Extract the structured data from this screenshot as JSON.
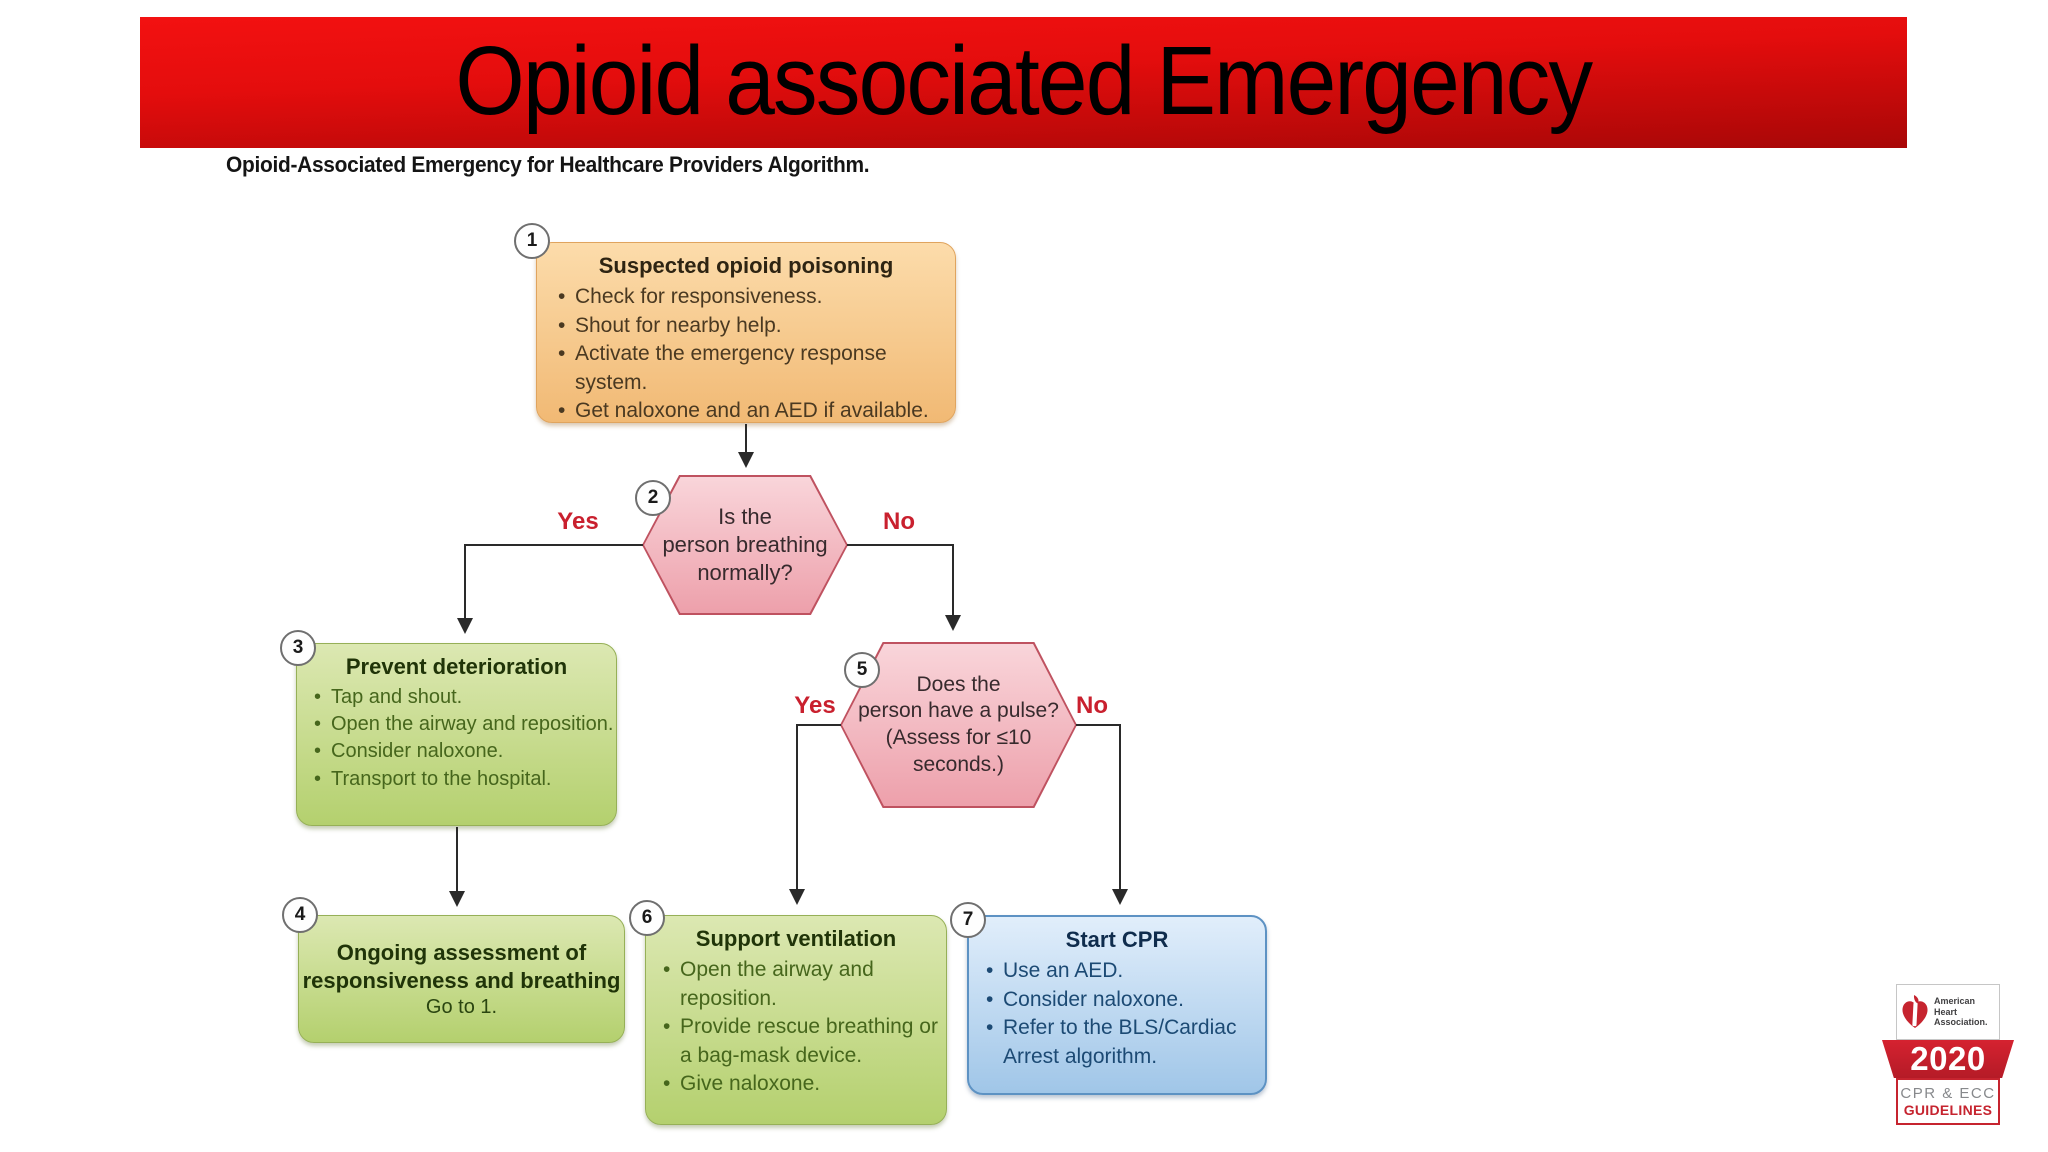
{
  "header": {
    "title": "Opioid associated Emergency",
    "subtitle": "Opioid-Associated Emergency for Healthcare Providers Algorithm."
  },
  "labels": {
    "yes": "Yes",
    "no": "No"
  },
  "nodes": {
    "n1": {
      "number": "1",
      "title": "Suspected opioid poisoning",
      "bullets": [
        "Check for responsiveness.",
        "Shout for nearby help.",
        "Activate the emergency response system.",
        "Get naloxone and an AED if available."
      ]
    },
    "n2": {
      "number": "2",
      "question": [
        "Is the",
        "person breathing",
        "normally?"
      ]
    },
    "n3": {
      "number": "3",
      "title": "Prevent deterioration",
      "bullets": [
        "Tap and shout.",
        "Open the airway and reposition.",
        "Consider naloxone.",
        "Transport to the hospital."
      ]
    },
    "n4": {
      "number": "4",
      "title": [
        "Ongoing assessment of",
        "responsiveness and breathing"
      ],
      "subtext": "Go to 1."
    },
    "n5": {
      "number": "5",
      "question": [
        "Does the",
        "person have a pulse?",
        "(Assess for ≤10",
        "seconds.)"
      ]
    },
    "n6": {
      "number": "6",
      "title": "Support ventilation",
      "bullets": [
        "Open the airway and reposition.",
        "Provide rescue breathing or a bag-mask device.",
        "Give naloxone."
      ]
    },
    "n7": {
      "number": "7",
      "title": "Start CPR",
      "bullets": [
        "Use an AED.",
        "Consider naloxone.",
        "Refer to the BLS/Cardiac Arrest algorithm."
      ]
    }
  },
  "logo": {
    "org": [
      "American",
      "Heart",
      "Association."
    ],
    "year": "2020",
    "program": "CPR & ECC",
    "edition": "GUIDELINES"
  },
  "colors": {
    "banner_red": "#e40d0d",
    "banner_red_dark": "#a80707",
    "box_orange": "#f5c585",
    "box_green": "#c3d986",
    "box_blue": "#b9d5ef",
    "hex_pink": "#f3b7c0",
    "hex_border": "#bf5260",
    "label_red": "#c9202e",
    "logo_red": "#c6242f"
  }
}
